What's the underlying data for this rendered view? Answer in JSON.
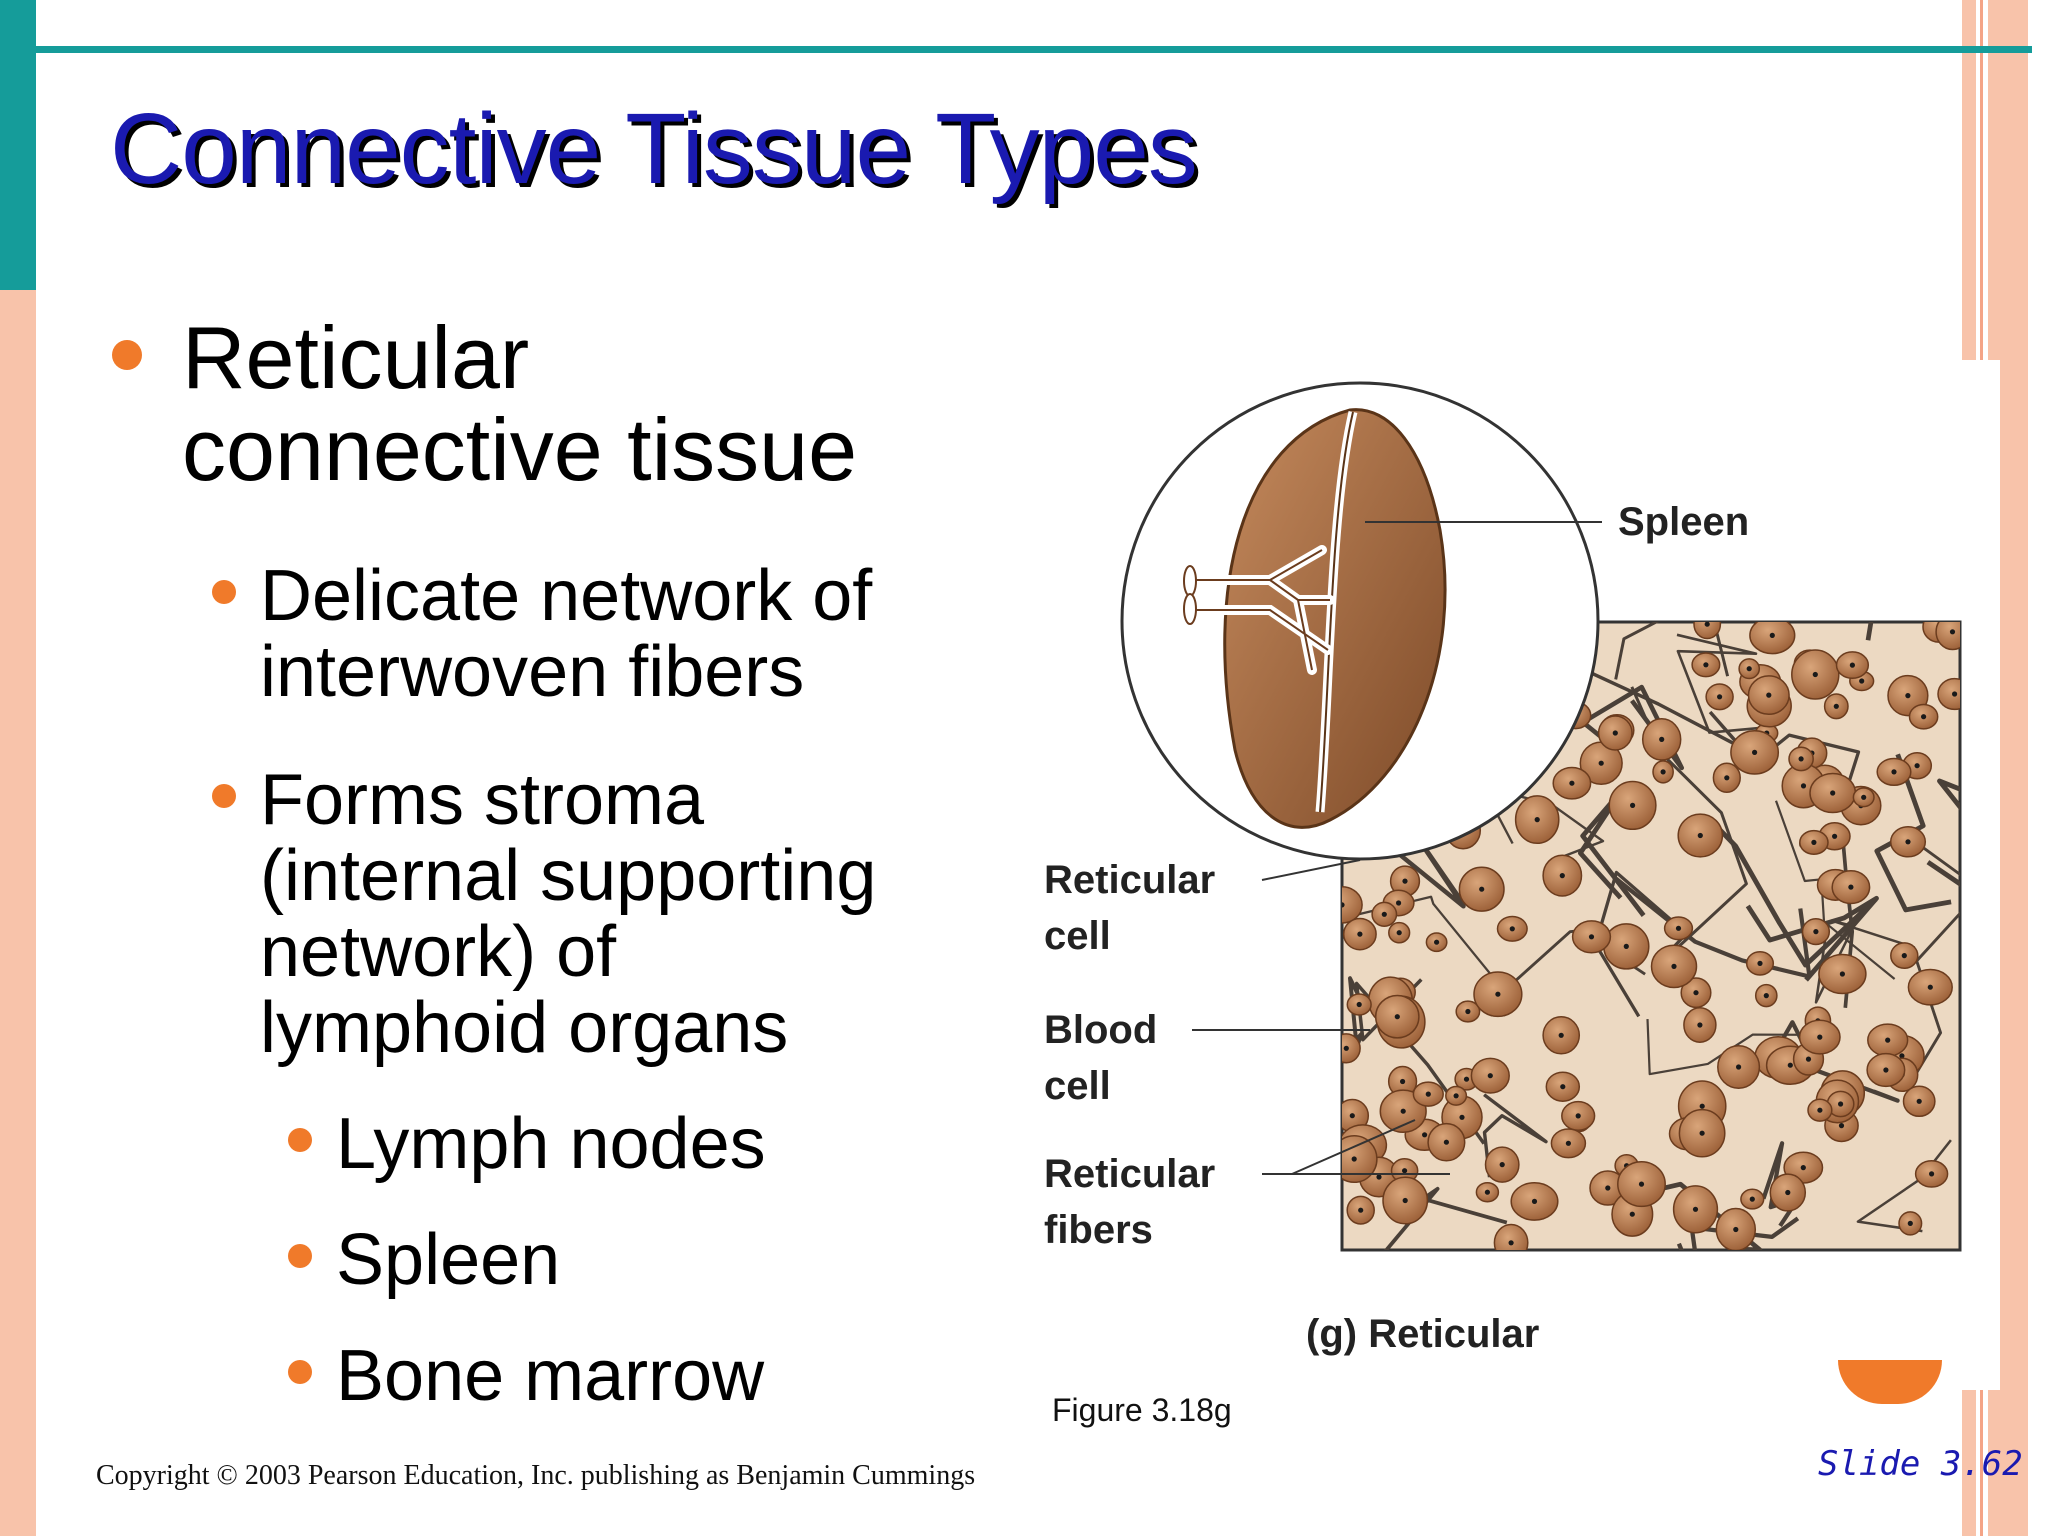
{
  "slide": {
    "title": "Connective Tissue Types",
    "bullets": [
      {
        "level": 1,
        "lines": [
          "Reticular",
          "connective tissue"
        ]
      },
      {
        "level": 2,
        "lines": [
          "Delicate network of",
          "interwoven fibers"
        ]
      },
      {
        "level": 2,
        "lines": [
          "Forms stroma",
          "(internal supporting",
          "network) of",
          "lymphoid organs"
        ]
      },
      {
        "level": 3,
        "lines": [
          "Lymph nodes"
        ]
      },
      {
        "level": 3,
        "lines": [
          "Spleen"
        ]
      },
      {
        "level": 3,
        "lines": [
          "Bone marrow"
        ]
      }
    ],
    "figure": {
      "labels": {
        "spleen": "Spleen",
        "reticular_cell": [
          "Reticular",
          "cell"
        ],
        "blood_cell": [
          "Blood",
          "cell"
        ],
        "reticular_fibers": [
          "Reticular",
          "fibers"
        ]
      },
      "caption": "(g) Reticular",
      "figure_number": "Figure 3.18g"
    },
    "copyright": "Copyright © 2003 Pearson Education, Inc. publishing as Benjamin Cummings",
    "slide_number": "Slide 3.62",
    "colors": {
      "title": "#1a1ab0",
      "accent_teal": "#159c9a",
      "bullet": "#f07a2a",
      "stripe": "#f8c3aa",
      "tissue_background": "#ecd9c2",
      "cell": "#b97a4e",
      "spleen": "#a4683f"
    }
  }
}
